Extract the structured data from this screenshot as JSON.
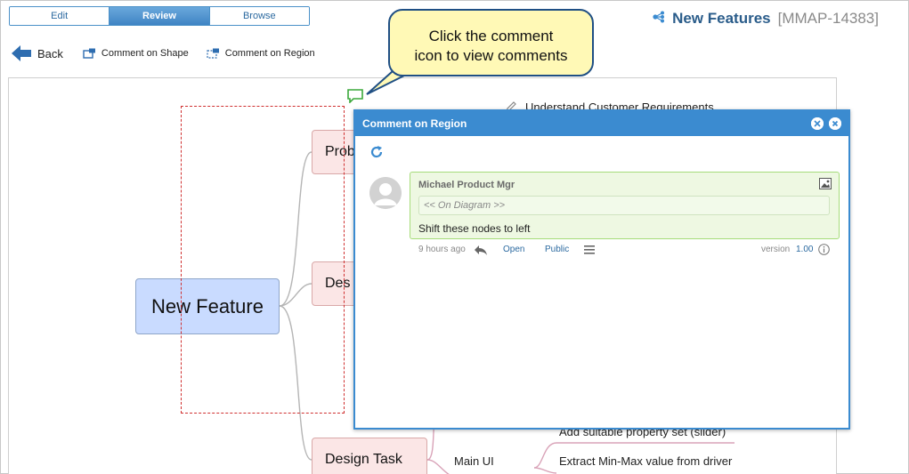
{
  "mode_tabs": [
    {
      "label": "Edit",
      "active": false
    },
    {
      "label": "Review",
      "active": true
    },
    {
      "label": "Browse",
      "active": false
    }
  ],
  "title": {
    "name": "New Features",
    "id": "[MMAP-14383]",
    "icon": "mindmap-icon"
  },
  "toolbar": {
    "back": "Back",
    "comment_shape": "Comment on Shape",
    "comment_region": "Comment on Region"
  },
  "callout": {
    "line1": "Click the comment",
    "line2": "icon to view comments"
  },
  "mindmap": {
    "root": "New Feature",
    "branches": [
      "Prob",
      "Des",
      "Design Task"
    ],
    "leaves": {
      "requirements": "Understand Customer Requirements",
      "main_ui": "Main UI",
      "property": "Add suitable property set (slider)",
      "extract": "Extract Min-Max value from driver"
    }
  },
  "dialog": {
    "title": "Comment on Region",
    "comment": {
      "author": "Michael Product Mgr",
      "context": "<< On Diagram >>",
      "text": "Shift these nodes to left",
      "time": "9 hours ago",
      "status": "Open",
      "visibility": "Public",
      "version_label": "version",
      "version": "1.00"
    }
  },
  "colors": {
    "accent": "#3b8bd0",
    "callout_bg": "#fff9b6",
    "comment_bg": "#eef8e2",
    "root_node": "#c9dbff",
    "branch_node": "#fbe6e6",
    "region": "#d03030"
  }
}
